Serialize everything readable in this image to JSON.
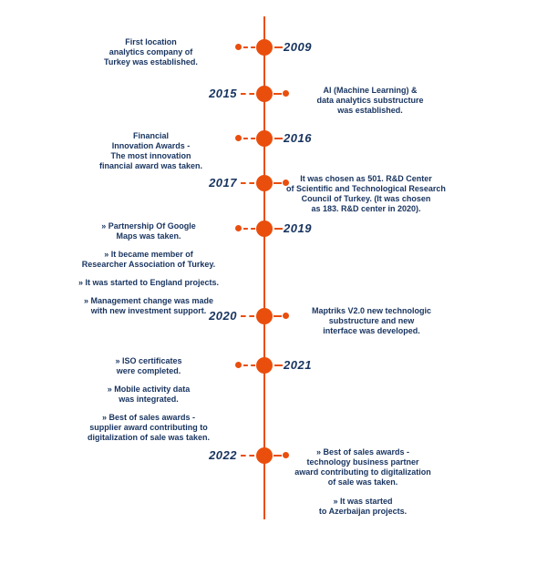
{
  "colors": {
    "accent_orange": "#EA4E0D",
    "text_navy": "#17335F",
    "background": "#FFFFFF"
  },
  "timeline": {
    "bullet_glyph": "»",
    "events": [
      {
        "year": "2009",
        "text_side": "left",
        "text": [
          [
            "First location",
            "analytics company of",
            "Turkey was established."
          ]
        ]
      },
      {
        "year": "2015",
        "text_side": "right",
        "text": [
          [
            "AI (Machine Learning) &",
            "data analytics substructure",
            "was established."
          ]
        ]
      },
      {
        "year": "2016",
        "text_side": "left",
        "text": [
          [
            "Financial",
            "Innovation Awards -",
            "The most innovation",
            "financial award was taken."
          ]
        ]
      },
      {
        "year": "2017",
        "text_side": "right",
        "text": [
          [
            "It was chosen as 501. R&D Center",
            "of Scientific and Technological Research",
            "Council of Turkey. (It was chosen",
            "as 183. R&D center in 2020)."
          ]
        ]
      },
      {
        "year": "2019",
        "text_side": "left",
        "text": [
          [
            "» Partnership Of Google",
            "Maps was taken."
          ],
          [
            "» It became member of",
            "Researcher Association of Turkey."
          ],
          [
            "» It was started to England projects."
          ],
          [
            "» Management change was made",
            "with new investment support."
          ]
        ]
      },
      {
        "year": "2020",
        "text_side": "right",
        "text": [
          [
            "Maptriks V2.0 new technologic",
            "substructure and new",
            "interface was developed."
          ]
        ]
      },
      {
        "year": "2021",
        "text_side": "left",
        "text": [
          [
            "» ISO certificates",
            "were completed."
          ],
          [
            "» Mobile activity data",
            "was integrated."
          ],
          [
            "» Best of sales awards -",
            "supplier award contributing to",
            "digitalization of sale was taken."
          ]
        ]
      },
      {
        "year": "2022",
        "text_side": "right",
        "text": [
          [
            "» Best of sales awards -",
            "technology business partner",
            "award contributing to digitalization",
            "of sale was taken."
          ],
          [
            "» It was started",
            "to Azerbaijan projects."
          ]
        ]
      }
    ]
  }
}
